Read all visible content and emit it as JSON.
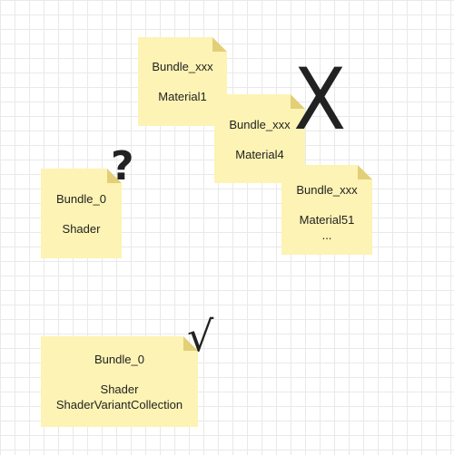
{
  "notes": {
    "material1": {
      "title": "Bundle_xxx",
      "lines": [
        "Material1"
      ]
    },
    "material4": {
      "title": "Bundle_xxx",
      "lines": [
        "Material4"
      ]
    },
    "material51": {
      "title": "Bundle_xxx",
      "lines": [
        "Material51",
        "..."
      ]
    },
    "shader": {
      "title": "Bundle_0",
      "lines": [
        "Shader"
      ]
    },
    "shader_svc": {
      "title": "Bundle_0",
      "lines": [
        "Shader",
        "ShaderVariantCollection"
      ]
    }
  },
  "marks": {
    "cross": "X",
    "question": "?",
    "check": "√"
  },
  "colors": {
    "note_fill": "#fdf3b4",
    "note_fold": "#e2cf77",
    "grid": "#e9e9e9"
  }
}
